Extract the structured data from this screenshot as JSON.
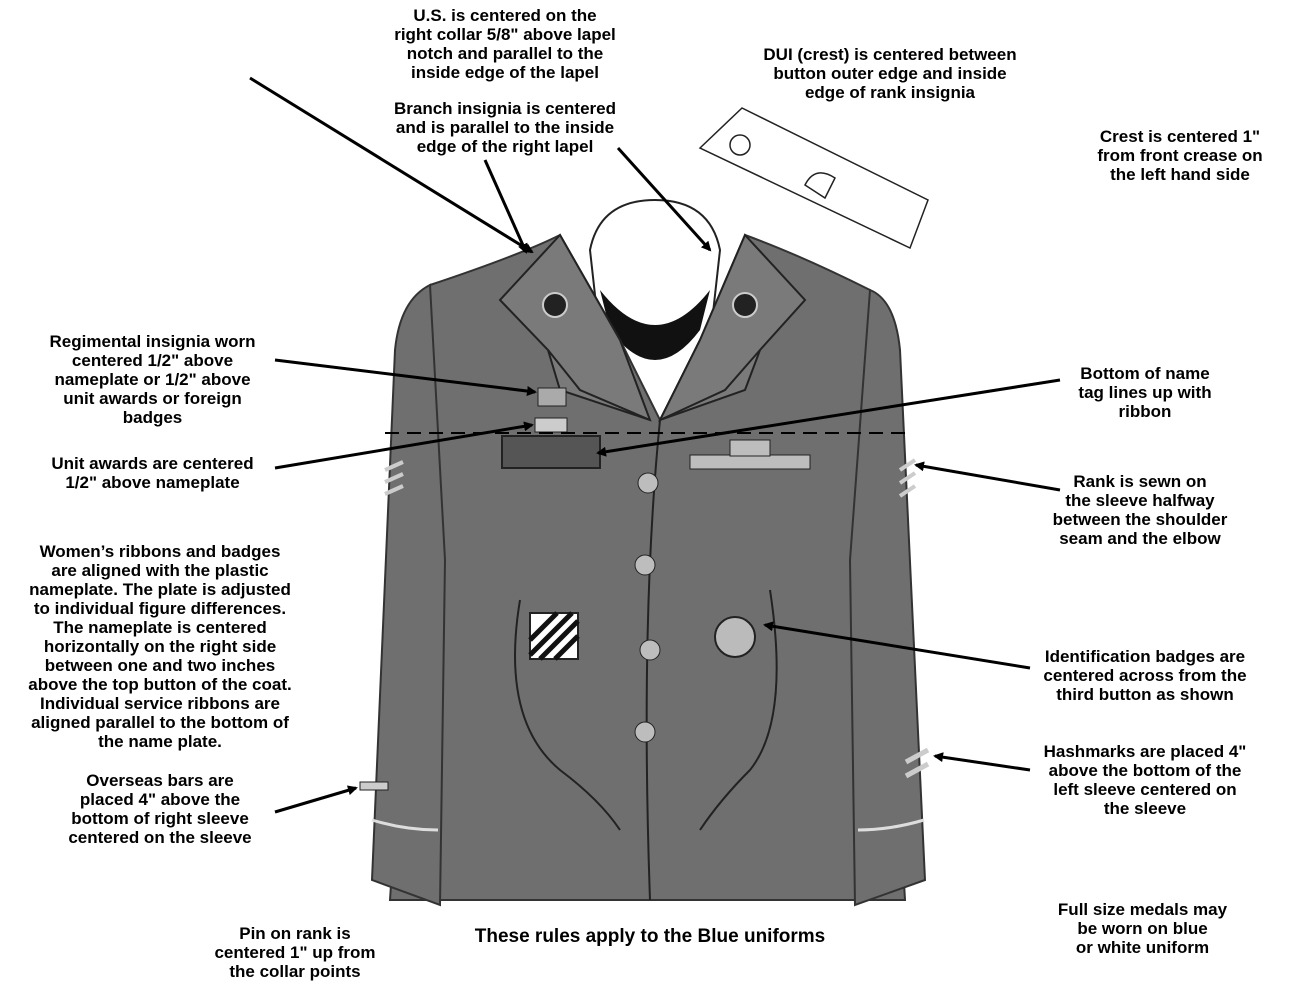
{
  "colors": {
    "coat": "#6f6f6f",
    "coat_dark": "#4a4a4a",
    "shirt": "#ffffff",
    "ink": "#000000",
    "nameplate": "#555555",
    "ribbon": "#bdbdbd"
  },
  "labels": {
    "us_insignia": "U.S. is centered on the\nright collar 5/8\" above lapel\nnotch and parallel to the\ninside edge of the lapel",
    "branch_insignia": "Branch insignia is centered\nand is parallel to the inside\nedge of the right lapel",
    "dui": "DUI (crest) is centered between\nbutton outer edge and inside\nedge of rank insignia",
    "crest": "Crest is centered 1\"\nfrom front crease on\nthe left hand side",
    "regimental": "Regimental insignia worn\ncentered 1/2\" above\nnameplate or 1/2\" above\nunit awards or foreign\nbadges",
    "name_tag": "Bottom of name\ntag lines up with\nribbon",
    "unit_awards": "Unit awards are centered\n1/2\" above nameplate",
    "rank_sleeve": "Rank is sewn on\nthe sleeve halfway\nbetween the shoulder\nseam and the elbow",
    "womens_ribbons": "Women’s ribbons and badges\nare aligned with the plastic\nnameplate. The plate is adjusted\nto individual figure differences.\nThe nameplate is centered\nhorizontally on the right side\nbetween one and two inches\nabove the top button of the coat.\nIndividual service ribbons are\naligned parallel to the bottom of\nthe name plate.",
    "id_badges": "Identification badges are\ncentered across from the\nthird button as shown",
    "overseas_bars": "Overseas bars are\nplaced 4\" above the\nbottom of right sleeve\ncentered on the sleeve",
    "hashmarks": "Hashmarks are placed 4\"\nabove the bottom of the\nleft sleeve centered on\nthe sleeve",
    "pin_on_rank": "Pin on rank is\ncentered 1\" up from\nthe collar points",
    "blue_uniforms": "These rules apply to the Blue uniforms",
    "medals": "Full size medals may\nbe worn on blue\nor white uniform"
  }
}
